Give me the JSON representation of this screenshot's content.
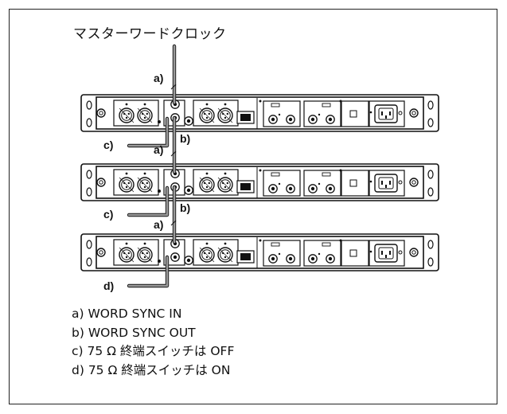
{
  "title": "マスターワードクロック",
  "callouts": {
    "a": "a)",
    "b": "b)",
    "c": "c)",
    "d": "d)"
  },
  "legend": [
    "a) WORD SYNC IN",
    "b) WORD SYNC OUT",
    "c) 75 Ω 終端スイッチは OFF",
    "d) 75 Ω 終端スイッチは ON"
  ],
  "colors": {
    "cable": "#9a9a9a",
    "line": "#111111",
    "panel": "#ffffff"
  },
  "units": [
    {
      "name": "unit-1",
      "termination_cable": "c"
    },
    {
      "name": "unit-2",
      "termination_cable": "c"
    },
    {
      "name": "unit-3",
      "termination_cable": "d"
    }
  ]
}
